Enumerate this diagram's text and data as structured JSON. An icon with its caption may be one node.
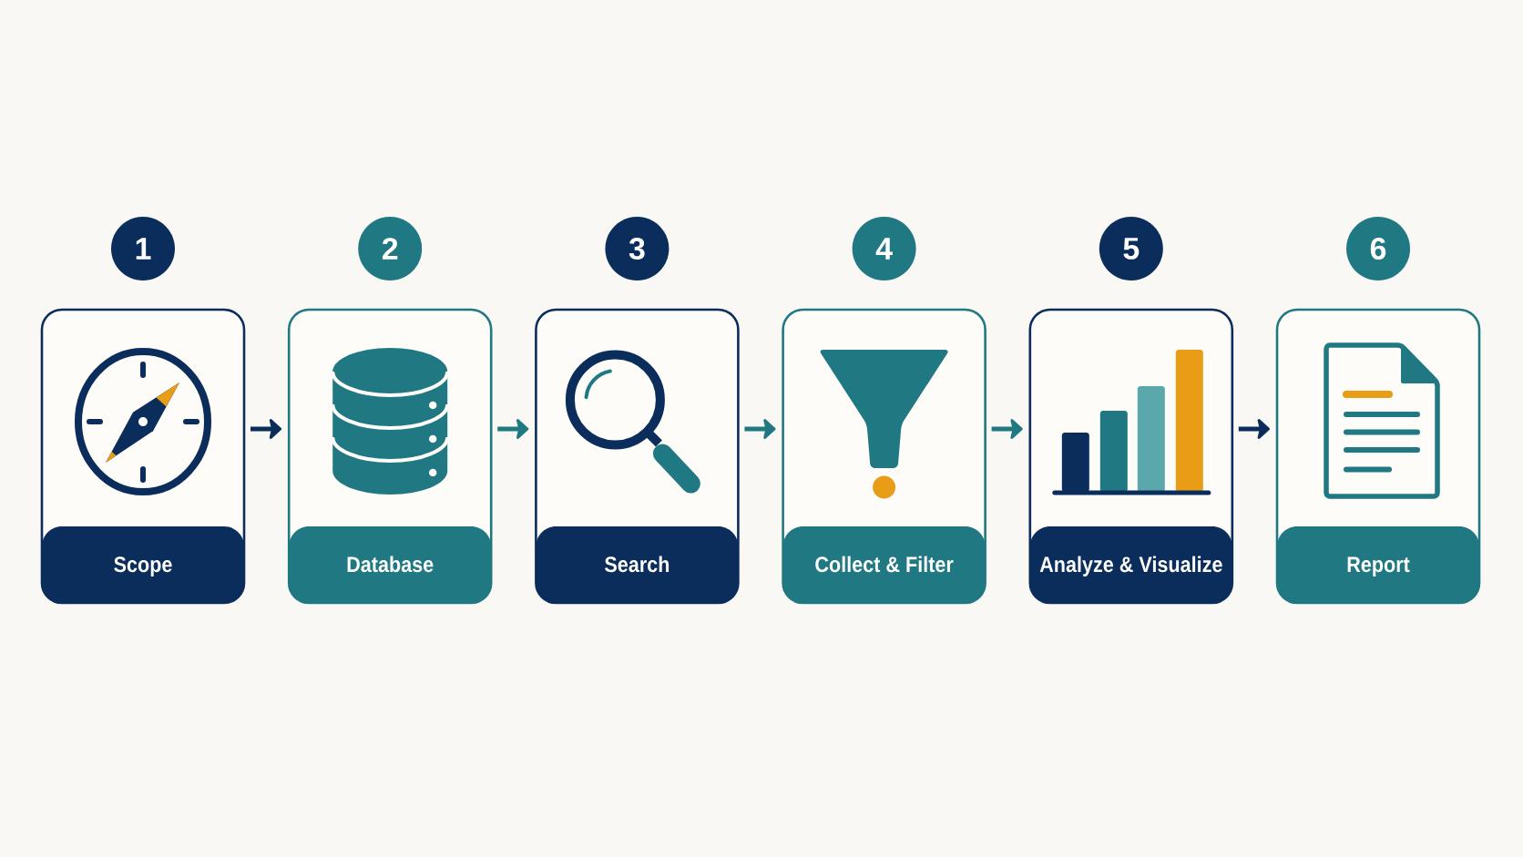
{
  "diagram": {
    "nodes": [
      {
        "text": [
          "1"
        ]
      },
      {
        "text": [
          "2"
        ]
      },
      {
        "text": [
          "3"
        ]
      },
      {
        "text": [
          "4"
        ]
      },
      {
        "text": [
          "5"
        ]
      },
      {
        "text": [
          "6"
        ]
      },
      {
        "text": [
          "Scope"
        ]
      },
      {
        "text": [
          "Database"
        ]
      },
      {
        "text": [
          "Search"
        ]
      },
      {
        "text": [
          "Collect & Filter"
        ]
      },
      {
        "text": [
          "Analyze & Visualize"
        ]
      },
      {
        "text": [
          "Report"
        ]
      }
    ],
    "edges": [
      {
        "from": 6,
        "to": 7,
        "arrow": "to",
        "color": "#0b2d5b"
      },
      {
        "from": 7,
        "to": 8,
        "arrow": "to"
      },
      {
        "from": 8,
        "to": 9,
        "arrow": "to"
      },
      {
        "from": 9,
        "to": 10,
        "arrow": "to"
      },
      {
        "from": 10,
        "to": 11,
        "arrow": "to",
        "color": "#0b2d5b"
      }
    ]
  }
}
